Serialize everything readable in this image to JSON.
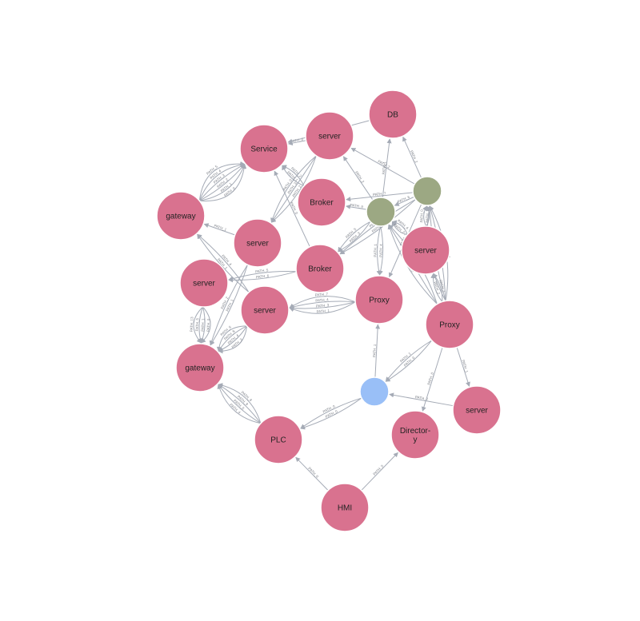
{
  "colors": {
    "device": "#d9728f",
    "group": "#9ca883",
    "hub": "#99bff7",
    "edge": "#a5abb6",
    "edge_text": "#7b7f87"
  },
  "nodes": [
    {
      "id": "db",
      "label": "DB",
      "kind": "device"
    },
    {
      "id": "server_top",
      "label": "server",
      "kind": "device"
    },
    {
      "id": "service",
      "label": "Service",
      "kind": "device"
    },
    {
      "id": "gateway_top",
      "label": "gateway",
      "kind": "device"
    },
    {
      "id": "broker_top",
      "label": "Broker",
      "kind": "device"
    },
    {
      "id": "server_mid",
      "label": "server",
      "kind": "device"
    },
    {
      "id": "broker_mid",
      "label": "Broker",
      "kind": "device"
    },
    {
      "id": "server_left",
      "label": "server",
      "kind": "device"
    },
    {
      "id": "server_center",
      "label": "server",
      "kind": "device"
    },
    {
      "id": "proxy_mid",
      "label": "Proxy",
      "kind": "device"
    },
    {
      "id": "server_right",
      "label": "server",
      "kind": "device"
    },
    {
      "id": "proxy_right",
      "label": "Proxy",
      "kind": "device"
    },
    {
      "id": "gateway_bottom",
      "label": "gateway",
      "kind": "device"
    },
    {
      "id": "server_far",
      "label": "server",
      "kind": "device"
    },
    {
      "id": "directory",
      "label": "Director-\ny",
      "kind": "device"
    },
    {
      "id": "plc",
      "label": "PLC",
      "kind": "device"
    },
    {
      "id": "hmi",
      "label": "HMI",
      "kind": "device"
    },
    {
      "id": "green_a",
      "label": "",
      "kind": "group"
    },
    {
      "id": "green_b",
      "label": "",
      "kind": "group"
    },
    {
      "id": "blue_hub",
      "label": "",
      "kind": "hub"
    }
  ],
  "edges": [
    {
      "from": "hmi",
      "to": "plc",
      "label": "PATH_0"
    },
    {
      "from": "hmi",
      "to": "directory",
      "label": "PATH_0"
    },
    {
      "from": "blue_hub",
      "to": "plc",
      "label": "PATH_0"
    },
    {
      "from": "blue_hub",
      "to": "plc",
      "label": "PATH_0"
    },
    {
      "from": "blue_hub",
      "to": "proxy_mid",
      "label": "PATH_1"
    },
    {
      "from": "server_far",
      "to": "blue_hub",
      "label": "PATH_2"
    },
    {
      "from": "proxy_right",
      "to": "blue_hub",
      "label": "PATH_1"
    },
    {
      "from": "proxy_right",
      "to": "blue_hub",
      "label": "PATH_0"
    },
    {
      "from": "proxy_right",
      "to": "directory",
      "label": "PATH_0"
    },
    {
      "from": "proxy_right",
      "to": "server_far",
      "label": "PATH_1"
    },
    {
      "from": "plc",
      "to": "gateway_bottom",
      "label": "PATH_8"
    },
    {
      "from": "plc",
      "to": "gateway_bottom",
      "label": "PATH_9"
    },
    {
      "from": "plc",
      "to": "gateway_bottom",
      "label": "PATH_5"
    },
    {
      "from": "plc",
      "to": "gateway_bottom",
      "label": "PATH_4"
    },
    {
      "from": "proxy_mid",
      "to": "server_center",
      "label": "PATH_1"
    },
    {
      "from": "proxy_mid",
      "to": "server_center",
      "label": "PATH_3"
    },
    {
      "from": "proxy_mid",
      "to": "server_center",
      "label": "PATH_4"
    },
    {
      "from": "proxy_mid",
      "to": "server_center",
      "label": "PATH_7"
    },
    {
      "from": "server_left",
      "to": "gateway_bottom",
      "label": "PATH_13"
    },
    {
      "from": "server_left",
      "to": "gateway_bottom",
      "label": "PATH_5"
    },
    {
      "from": "server_left",
      "to": "gateway_bottom",
      "label": "PATH_1"
    },
    {
      "from": "server_left",
      "to": "gateway_bottom",
      "label": "PATH_0"
    },
    {
      "from": "server_center",
      "to": "gateway_bottom",
      "label": "PATH_6"
    },
    {
      "from": "server_center",
      "to": "gateway_bottom",
      "label": "PATH_8"
    },
    {
      "from": "server_center",
      "to": "gateway_bottom",
      "label": "PATH_4"
    },
    {
      "from": "server_center",
      "to": "gateway_bottom",
      "label": "PATH_3"
    },
    {
      "from": "server_mid",
      "to": "gateway_bottom",
      "label": "PATH_2"
    },
    {
      "from": "server_mid",
      "to": "gateway_bottom",
      "label": "PATH_1"
    },
    {
      "from": "broker_mid",
      "to": "server_left",
      "label": "PATH_6"
    },
    {
      "from": "broker_mid",
      "to": "server_left",
      "label": "PATH_5"
    },
    {
      "from": "server_mid",
      "to": "gateway_top",
      "label": "PATH_1"
    },
    {
      "from": "server_center",
      "to": "gateway_top",
      "label": "PATH_4"
    },
    {
      "from": "server_center",
      "to": "gateway_top",
      "label": "PATH_1"
    },
    {
      "from": "gateway_top",
      "to": "service",
      "label": "PATH_5"
    },
    {
      "from": "gateway_top",
      "to": "service",
      "label": "PATH_4"
    },
    {
      "from": "gateway_top",
      "to": "service",
      "label": "PATH_3"
    },
    {
      "from": "gateway_top",
      "to": "service",
      "label": "PATH_2"
    },
    {
      "from": "gateway_top",
      "to": "service",
      "label": "PATH_1"
    },
    {
      "from": "gateway_top",
      "to": "service",
      "label": "PATH_0"
    },
    {
      "from": "server_top",
      "to": "service",
      "label": "PATH_0"
    },
    {
      "from": "db",
      "to": "service",
      "label": "PATH_1"
    },
    {
      "from": "broker_mid",
      "to": "service",
      "label": "PATH_0"
    },
    {
      "from": "broker_top",
      "to": "service",
      "label": "PATH_1"
    },
    {
      "from": "broker_top",
      "to": "service",
      "label": "PATH_2"
    },
    {
      "from": "server_top",
      "to": "server_mid",
      "label": "PATH_0"
    },
    {
      "from": "server_top",
      "to": "server_mid",
      "label": "PATH_3"
    },
    {
      "from": "server_top",
      "to": "server_mid",
      "label": "PATH_2"
    },
    {
      "from": "green_b",
      "to": "server_top",
      "label": "PATH_2"
    },
    {
      "from": "green_b",
      "to": "db",
      "label": "PATH_2"
    },
    {
      "from": "green_b",
      "to": "green_a",
      "label": "PATH_6"
    },
    {
      "from": "green_b",
      "to": "broker_top",
      "label": "PATH_7"
    },
    {
      "from": "green_a",
      "to": "broker_top",
      "label": "PATH_9"
    },
    {
      "from": "green_a",
      "to": "db",
      "label": "PATH_1"
    },
    {
      "from": "green_a",
      "to": "server_top",
      "label": "PATH_2"
    },
    {
      "from": "green_a",
      "to": "broker_mid",
      "label": "PATH_5"
    },
    {
      "from": "green_a",
      "to": "broker_mid",
      "label": "PATH_3"
    },
    {
      "from": "green_a",
      "to": "proxy_mid",
      "label": "PATH_4"
    },
    {
      "from": "green_a",
      "to": "proxy_mid",
      "label": "PATH_1"
    },
    {
      "from": "green_b",
      "to": "broker_mid",
      "label": "PATH_2"
    },
    {
      "from": "green_b",
      "to": "broker_mid",
      "label": "PATH_10"
    },
    {
      "from": "green_b",
      "to": "proxy_mid",
      "label": "PATH_3"
    },
    {
      "from": "server_right",
      "to": "green_a",
      "label": "PATH_4"
    },
    {
      "from": "server_right",
      "to": "green_a",
      "label": "PATH_2"
    },
    {
      "from": "server_right",
      "to": "green_b",
      "label": "PATH_1"
    },
    {
      "from": "server_right",
      "to": "green_b",
      "label": "PATH_0"
    },
    {
      "from": "proxy_right",
      "to": "green_b",
      "label": "PATH_1"
    },
    {
      "from": "proxy_right",
      "to": "green_b",
      "label": "PATH_4"
    },
    {
      "from": "proxy_right",
      "to": "green_b",
      "label": "PATH_6"
    },
    {
      "from": "proxy_right",
      "to": "green_b",
      "label": "PATH_0"
    },
    {
      "from": "proxy_right",
      "to": "green_a",
      "label": "PATH_5"
    },
    {
      "from": "proxy_right",
      "to": "green_a",
      "label": "PATH_3"
    },
    {
      "from": "proxy_right",
      "to": "green_a",
      "label": "PATH_0"
    },
    {
      "from": "proxy_right",
      "to": "server_right",
      "label": "PATH_2"
    },
    {
      "from": "proxy_right",
      "to": "server_right",
      "label": "PATH_1"
    }
  ]
}
